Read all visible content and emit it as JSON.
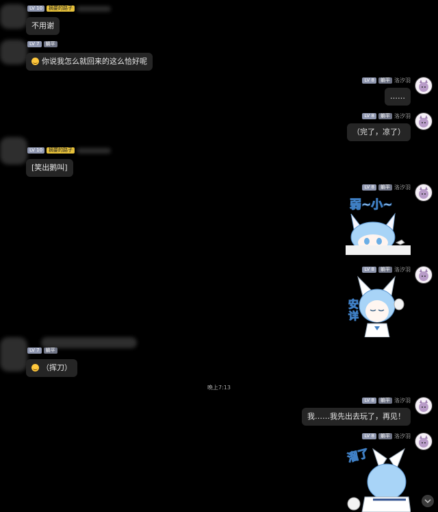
{
  "messages": [
    {
      "lv": "LV 10",
      "tag": "摘要的路子",
      "text": "不用谢"
    },
    {
      "lv": "LV 7",
      "tag": "躺平",
      "text": "你说我怎么就回来的这么恰好呢"
    },
    {
      "lv": "LV 8",
      "tag": "躺平",
      "name": "洛汐羽",
      "text": "……"
    },
    {
      "lv": "LV 8",
      "tag": "躺平",
      "name": "洛汐羽",
      "text": "（完了，凉了）"
    },
    {
      "lv": "LV 10",
      "tag": "摘要的路子",
      "text": "[笑出鹅叫]"
    },
    {
      "lv": "LV 8",
      "tag": "躺平",
      "name": "洛汐羽",
      "sticker_text": "弱~小~"
    },
    {
      "lv": "LV 8",
      "tag": "躺平",
      "name": "洛汐羽",
      "sticker_text": "安详"
    },
    {
      "lv": "LV 7",
      "tag": "躺平",
      "text": "（挥刀）"
    },
    {
      "lv": "LV 8",
      "tag": "躺平",
      "name": "洛汐羽",
      "text": "我……我先出去玩了，再见！"
    },
    {
      "lv": "LV 8",
      "tag": "躺平",
      "name": "洛汐羽",
      "sticker_text": "溜了"
    }
  ],
  "time_divider": "晚上7:13",
  "icons": {
    "emoji": "smiley-emoji-icon",
    "scroll": "chevron-down-icon",
    "avatar": "user-avatar"
  },
  "colors": {
    "background": "#000000",
    "bubble": "#252525",
    "level_badge": "#8f97b0",
    "gold_tag": "#e8c23a"
  }
}
